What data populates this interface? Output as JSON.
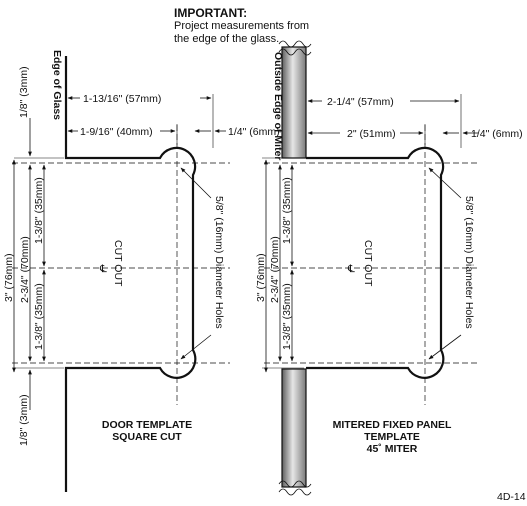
{
  "important": {
    "heading": "IMPORTANT:",
    "line1": "Project measurements from",
    "line2": "the edge of the glass."
  },
  "left": {
    "edge_label": "Edge of Glass",
    "dim_top_wide": "1-13/16\" (57mm)",
    "dim_top_narrow": "1-9/16\" (40mm)",
    "dim_right_offset": "1/4\" (6mm)",
    "dim_top_offset": "1/8\" (3mm)",
    "dim_bottom_offset": "1/8\" (3mm)",
    "dim_upper": "1-3/8\" (35mm)",
    "dim_lower": "1-3/8\" (35mm)",
    "dim_inner_total": "2-3/4\" (70mm)",
    "dim_outer_total": "3\" (76mm)",
    "cutout": "CUT OUT",
    "centerline": "℄",
    "holes": "5/8\" (16mm) Diameter Holes",
    "caption1": "DOOR TEMPLATE",
    "caption2": "SQUARE CUT"
  },
  "right": {
    "edge_label": "Outside Edge of Miter",
    "dim_top_wide": "2-1/4\" (57mm)",
    "dim_top_narrow": "2\" (51mm)",
    "dim_right_offset": "1/4\" (6mm)",
    "dim_upper": "1-3/8\" (35mm)",
    "dim_lower": "1-3/8\" (35mm)",
    "dim_inner_total": "2-3/4\" (70mm)",
    "dim_outer_total": "3\" (76mm)",
    "cutout": "CUT OUT",
    "centerline": "℄",
    "holes": "5/8\" (16mm) Diameter Holes",
    "caption1": "MITERED FIXED PANEL",
    "caption2": "TEMPLATE",
    "caption3": "45˚ MITER"
  },
  "ref_code": "4D-14"
}
